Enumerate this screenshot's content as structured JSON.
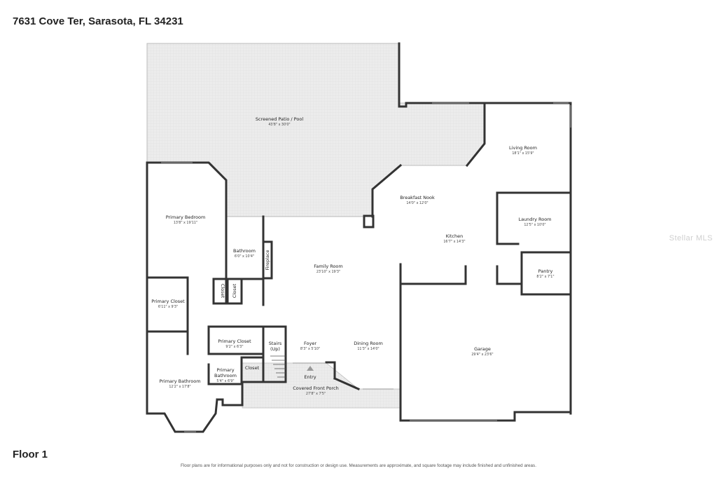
{
  "header": {
    "address": "7631 Cove Ter, Sarasota, FL 34231"
  },
  "footer": {
    "floor_label": "Floor 1",
    "disclaimer": "Floor plans are for informational purposes only and not for construction or design use. Measurements are approximate, and square footage may include finished and unfinished areas."
  },
  "watermark": "Stellar MLS",
  "rooms": [
    {
      "id": "patio",
      "name": "Screened Patio / Pool",
      "dims": "43'8\" x 30'0\""
    },
    {
      "id": "living",
      "name": "Living Room",
      "dims": "18'1\" x 15'9\""
    },
    {
      "id": "nook",
      "name": "Breakfast Nook",
      "dims": "14'0\" x 12'0\""
    },
    {
      "id": "primary-bedroom",
      "name": "Primary Bedroom",
      "dims": "13'8\" x 19'11\""
    },
    {
      "id": "laundry",
      "name": "Laundry Room",
      "dims": "12'5\" x 10'0\""
    },
    {
      "id": "kitchen",
      "name": "Kitchen",
      "dims": "16'7\" x 14'3\""
    },
    {
      "id": "bathroom",
      "name": "Bathroom",
      "dims": "6'0\" x 10'4\""
    },
    {
      "id": "family",
      "name": "Family Room",
      "dims": "23'10\" x 19'3\""
    },
    {
      "id": "pantry",
      "name": "Pantry",
      "dims": "8'2\" x 7'1\""
    },
    {
      "id": "primary-closet-1",
      "name": "Primary Closet",
      "dims": "6'11\" x 9'3\""
    },
    {
      "id": "primary-closet-2",
      "name": "Primary Closet",
      "dims": "9'2\" x 6'3\""
    },
    {
      "id": "foyer",
      "name": "Foyer",
      "dims": "8'3\" x 5'10\""
    },
    {
      "id": "dining",
      "name": "Dining Room",
      "dims": "11'3\" x 14'0\""
    },
    {
      "id": "garage",
      "name": "Garage",
      "dims": "29'4\" x 23'6\""
    },
    {
      "id": "primary-bath-small",
      "name": "Primary Bathroom",
      "dims": "5'4\" x 6'9\""
    },
    {
      "id": "primary-bath",
      "name": "Primary Bathroom",
      "dims": "12'2\" x 17'8\""
    },
    {
      "id": "porch",
      "name": "Covered Front Porch",
      "dims": "27'8\" x 7'5\""
    }
  ],
  "labels": {
    "fireplace": "Fireplace",
    "closet": "Closet",
    "stairs_line1": "Stairs",
    "stairs_line2": "(Up)",
    "entry": "Entry"
  }
}
